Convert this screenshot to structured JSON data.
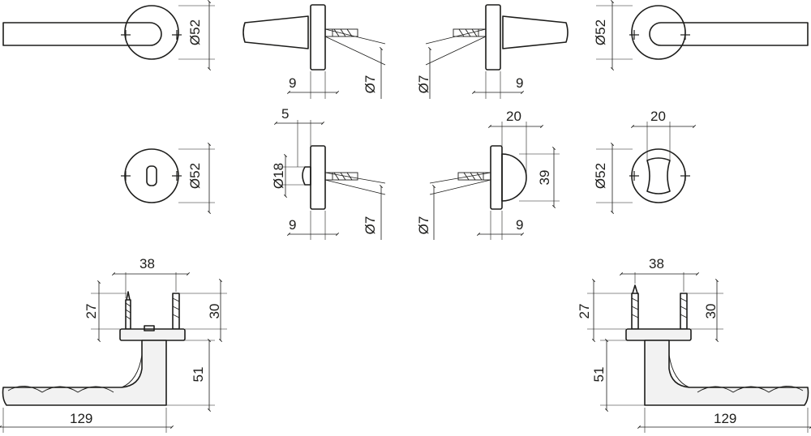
{
  "dimensions": {
    "rose_diameter": "Ø52",
    "screw_spacing": "9",
    "spindle_diameter": "Ø7",
    "thumb_turn_offset": "5",
    "thumb_turn_diameter": "Ø18",
    "release_width": "20",
    "release_projection": "39",
    "handle_length": "129",
    "handle_height": "51",
    "fixing_centres": "38",
    "pin_height_short": "27",
    "pin_height_tall": "30"
  }
}
